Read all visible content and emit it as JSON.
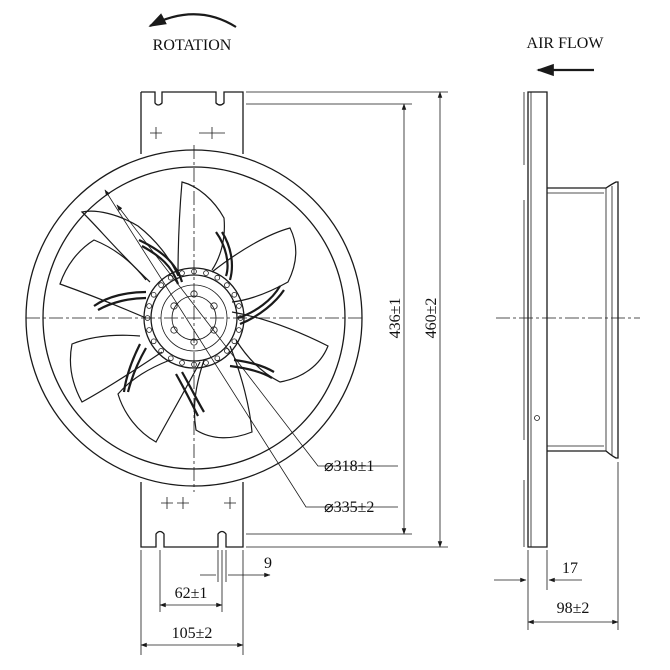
{
  "labels": {
    "rotation": "ROTATION",
    "air_flow": "AIR FLOW"
  },
  "dimensions": {
    "height_inner": "436±1",
    "height_outer": "460±2",
    "diameter_inner": "⌀318±1",
    "diameter_outer": "⌀335±2",
    "slot_width": "9",
    "hole_spacing": "62±1",
    "bracket_width": "105±2",
    "flange_thickness": "17",
    "depth": "98±2"
  }
}
